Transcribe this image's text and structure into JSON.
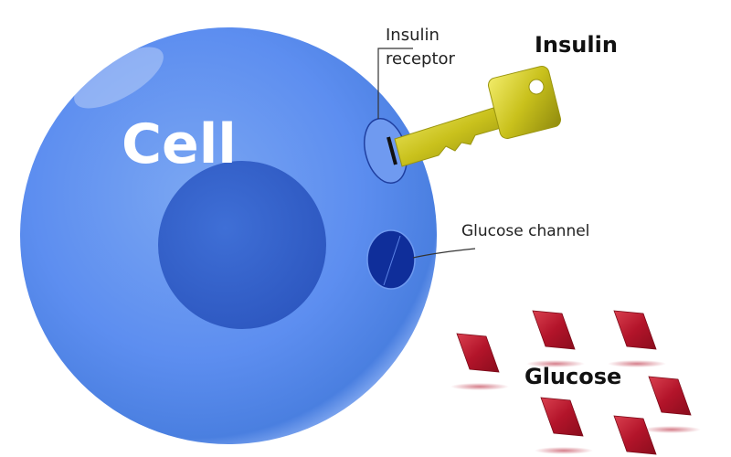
{
  "labels": {
    "cell": "Cell",
    "insulin_receptor_line1": "Insulin",
    "insulin_receptor_line2": "receptor",
    "insulin": "Insulin",
    "glucose_channel": "Glucose channel",
    "glucose": "Glucose"
  },
  "colors": {
    "cell": "#4a7fe0",
    "nucleus": "#2f5fc8",
    "channel": "#0f2e9a",
    "key": "#c8c21a",
    "glucose": "#b3142a"
  }
}
